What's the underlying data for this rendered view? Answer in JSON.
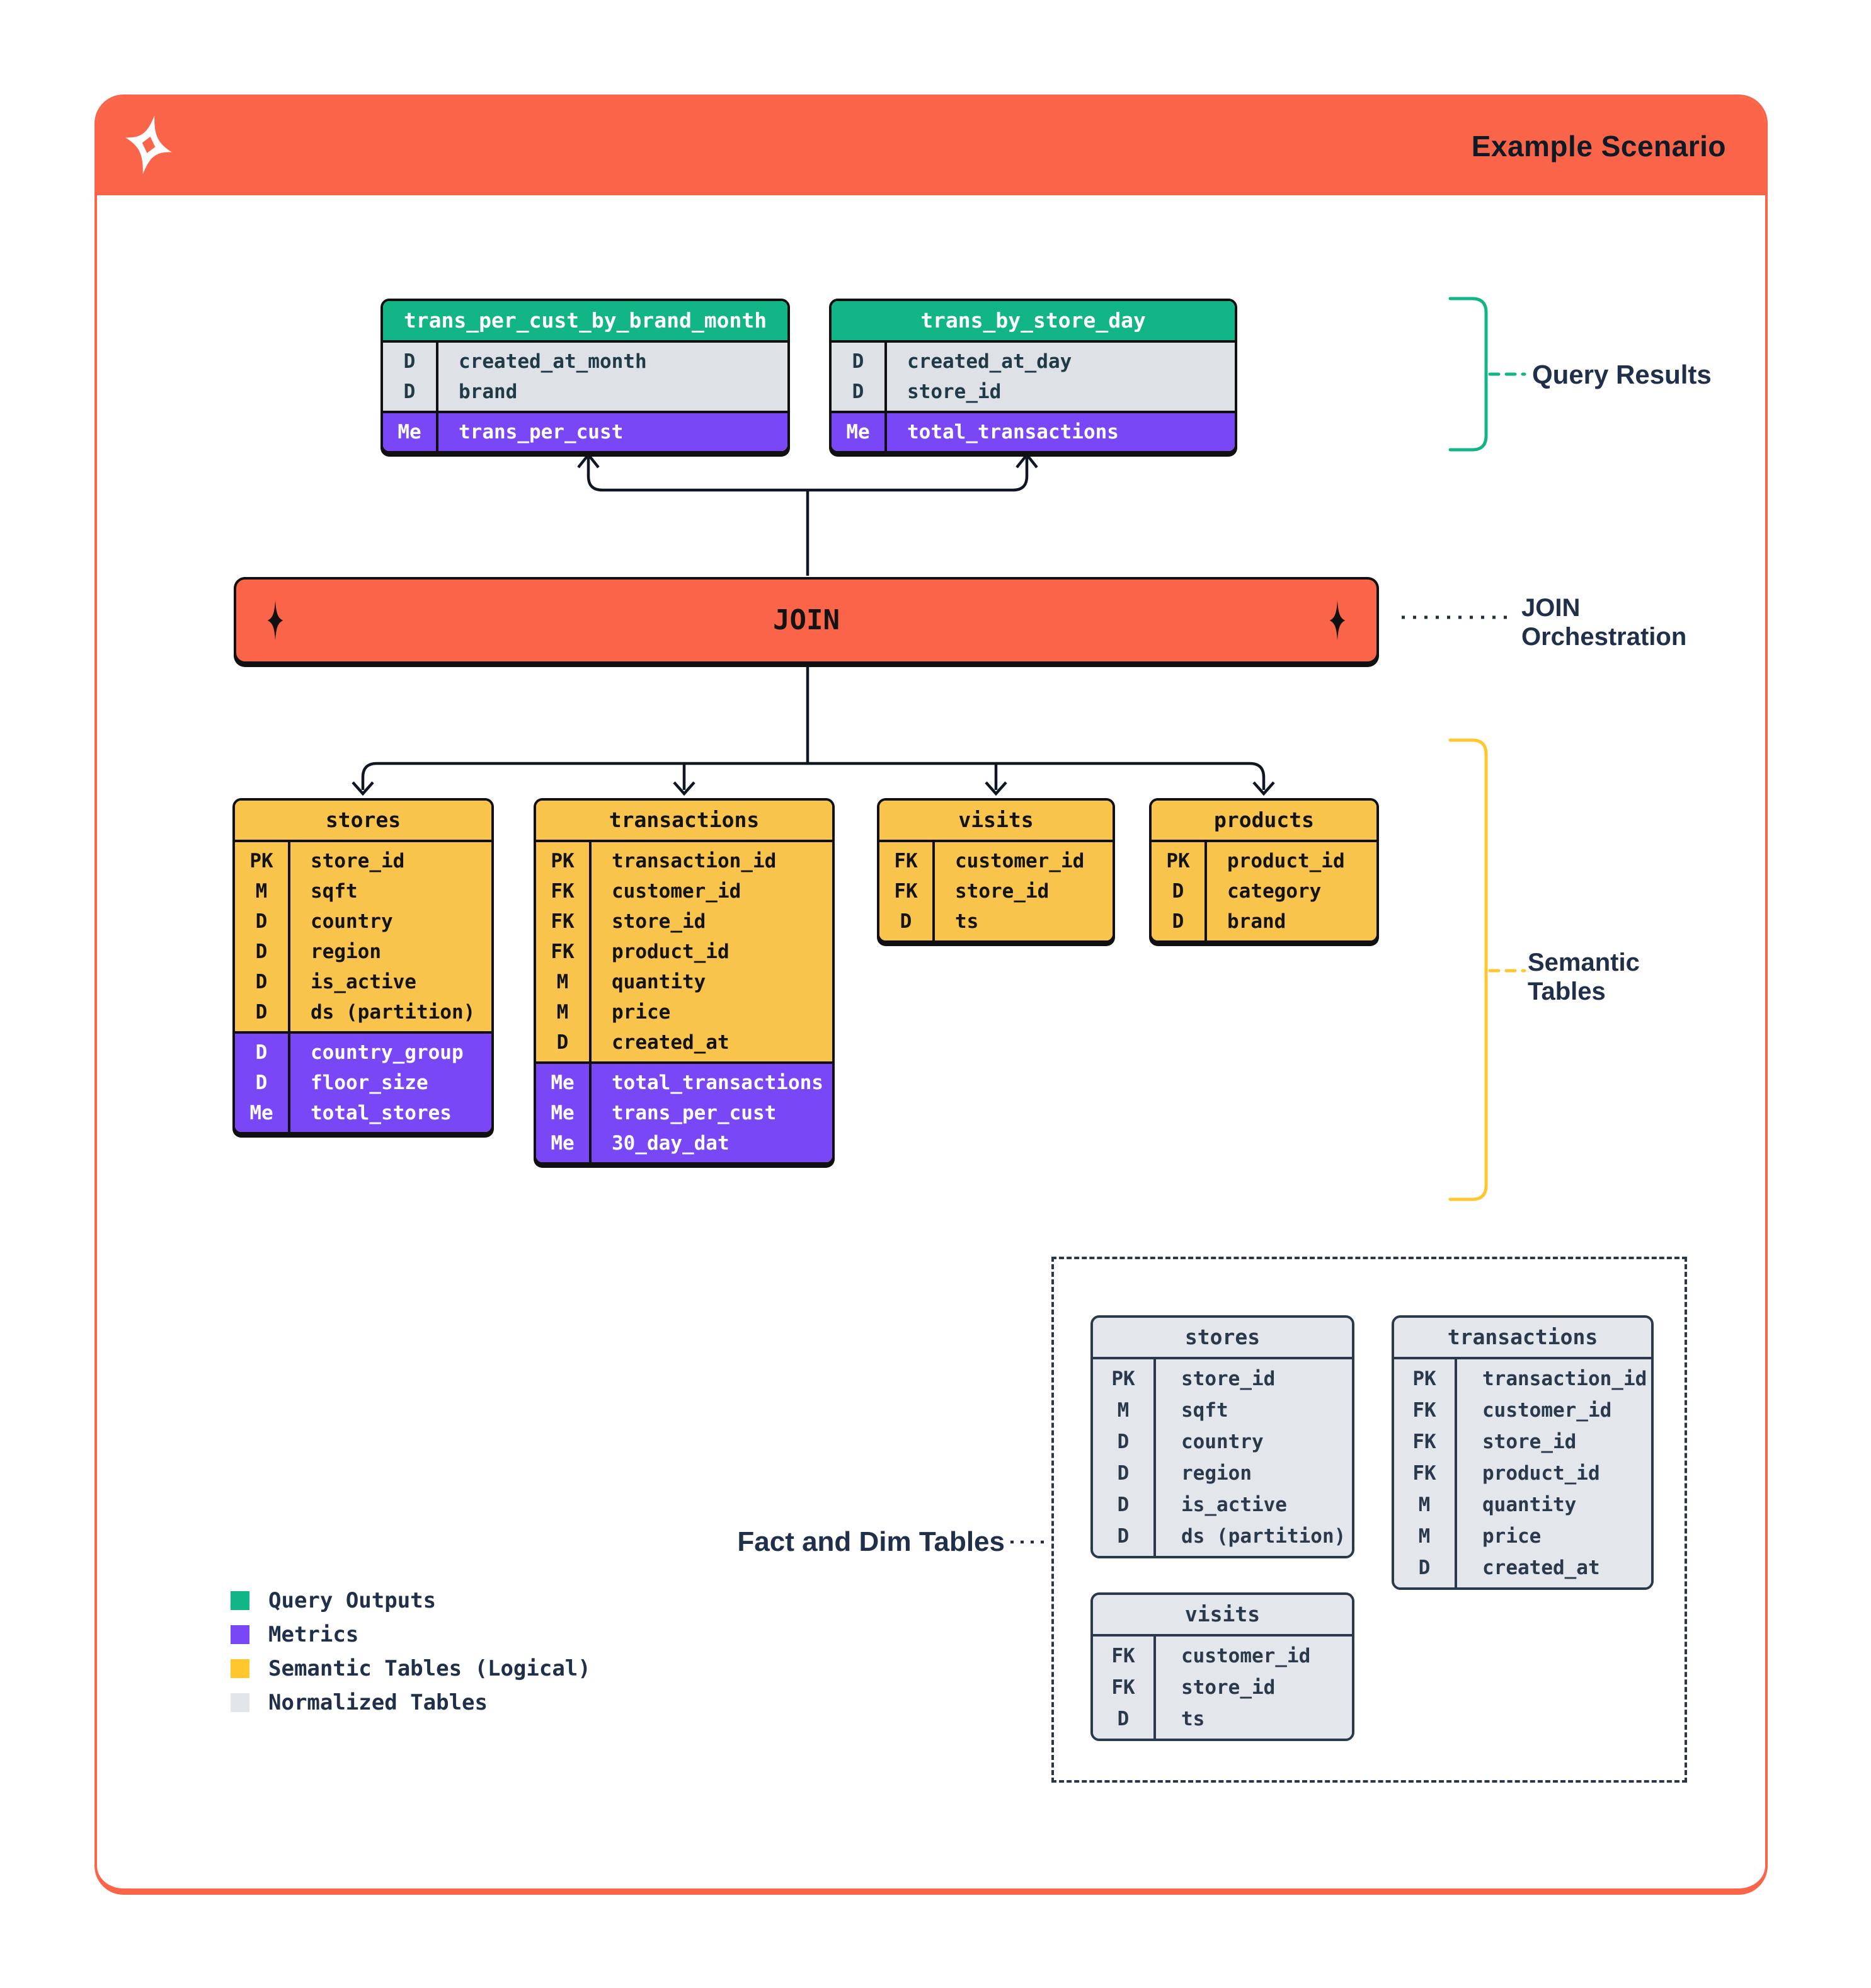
{
  "header": {
    "title": "Example Scenario",
    "logo": "dagster-star-logo"
  },
  "join_bar": {
    "label": "JOIN"
  },
  "labels": {
    "query_results": "Query Results",
    "join_orchestration_line1": "JOIN",
    "join_orchestration_line2": "Orchestration",
    "semantic_tables_line1": "Semantic",
    "semantic_tables_line2": "Tables",
    "fact_and_dim": "Fact and Dim Tables"
  },
  "result_tables": [
    {
      "title": "trans_per_cust_by_brand_month",
      "dims": [
        [
          "D",
          "created_at_month"
        ],
        [
          "D",
          "brand"
        ]
      ],
      "metrics": [
        [
          "Me",
          "trans_per_cust"
        ]
      ]
    },
    {
      "title": "trans_by_store_day",
      "dims": [
        [
          "D",
          "created_at_day"
        ],
        [
          "D",
          "store_id"
        ]
      ],
      "metrics": [
        [
          "Me",
          "total_transactions"
        ]
      ]
    }
  ],
  "semantic_tables": [
    {
      "title": "stores",
      "cols": [
        [
          "PK",
          "store_id"
        ],
        [
          "M",
          "sqft"
        ],
        [
          "D",
          "country"
        ],
        [
          "D",
          "region"
        ],
        [
          "D",
          "is_active"
        ],
        [
          "D",
          "ds (partition)"
        ]
      ],
      "metrics": [
        [
          "D",
          "country_group"
        ],
        [
          "D",
          "floor_size"
        ],
        [
          "Me",
          "total_stores"
        ]
      ]
    },
    {
      "title": "transactions",
      "cols": [
        [
          "PK",
          "transaction_id"
        ],
        [
          "FK",
          "customer_id"
        ],
        [
          "FK",
          "store_id"
        ],
        [
          "FK",
          "product_id"
        ],
        [
          "M",
          "quantity"
        ],
        [
          "M",
          "price"
        ],
        [
          "D",
          "created_at"
        ]
      ],
      "metrics": [
        [
          "Me",
          "total_transactions"
        ],
        [
          "Me",
          "trans_per_cust"
        ],
        [
          "Me",
          "30_day_dat"
        ]
      ]
    },
    {
      "title": "visits",
      "cols": [
        [
          "FK",
          "customer_id"
        ],
        [
          "FK",
          "store_id"
        ],
        [
          "D",
          "ts"
        ]
      ],
      "metrics": []
    },
    {
      "title": "products",
      "cols": [
        [
          "PK",
          "product_id"
        ],
        [
          "D",
          "category"
        ],
        [
          "D",
          "brand"
        ]
      ],
      "metrics": []
    }
  ],
  "normalized_tables": [
    {
      "title": "stores",
      "cols": [
        [
          "PK",
          "store_id"
        ],
        [
          "M",
          "sqft"
        ],
        [
          "D",
          "country"
        ],
        [
          "D",
          "region"
        ],
        [
          "D",
          "is_active"
        ],
        [
          "D",
          "ds (partition)"
        ]
      ]
    },
    {
      "title": "transactions",
      "cols": [
        [
          "PK",
          "transaction_id"
        ],
        [
          "FK",
          "customer_id"
        ],
        [
          "FK",
          "store_id"
        ],
        [
          "FK",
          "product_id"
        ],
        [
          "M",
          "quantity"
        ],
        [
          "M",
          "price"
        ],
        [
          "D",
          "created_at"
        ]
      ]
    },
    {
      "title": "visits",
      "cols": [
        [
          "FK",
          "customer_id"
        ],
        [
          "FK",
          "store_id"
        ],
        [
          "D",
          "ts"
        ]
      ]
    }
  ],
  "legend": {
    "items": [
      {
        "color": "#12B585",
        "label": "Query Outputs"
      },
      {
        "color": "#7A47F6",
        "label": "Metrics"
      },
      {
        "color": "#FFC62E",
        "label": "Semantic Tables (Logical)"
      },
      {
        "color": "#E2E5E9",
        "label": "Normalized Tables"
      }
    ]
  },
  "colors": {
    "orange": "#FA6448",
    "green": "#12B585",
    "purple": "#7A47F6",
    "yellow": "#F8C44C",
    "gray_row": "#DEE1E5",
    "normalized_bg": "#E3E6EA",
    "ink": "#20304A",
    "line_black": "#101010"
  }
}
